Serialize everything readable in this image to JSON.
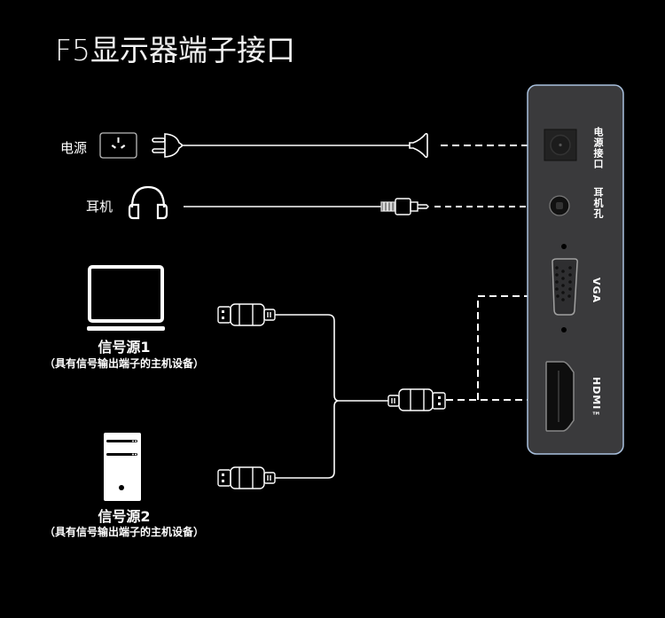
{
  "title": "F5显示器端子接口",
  "left_items": {
    "power": {
      "label": "电源",
      "icon": "power-outlet-icon"
    },
    "headphone": {
      "label": "耳机",
      "icon": "headphones-icon"
    }
  },
  "sources": [
    {
      "title": "信号源1",
      "subtitle": "（具有信号输出端子的主机设备）",
      "icon": "laptop-icon"
    },
    {
      "title": "信号源2",
      "subtitle": "（具有信号输出端子的主机设备）",
      "icon": "desktop-tower-icon"
    }
  ],
  "panel": {
    "ports": [
      {
        "label": "电源接口",
        "icon": "dc-power-port-icon"
      },
      {
        "label": "耳机孔",
        "icon": "audio-jack-port-icon"
      },
      {
        "label": "VGA",
        "icon": "vga-port-icon"
      },
      {
        "label": "HDMI™",
        "icon": "hdmi-port-icon"
      }
    ]
  },
  "colors": {
    "background": "#000000",
    "line": "#ffffff",
    "panel_fill": "#3a3a3c",
    "panel_border": "#a9c1de"
  }
}
